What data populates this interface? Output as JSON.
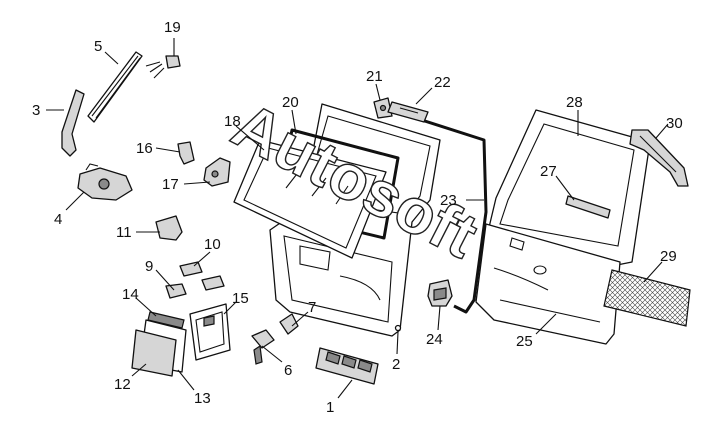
{
  "watermark": "Autosoft",
  "callouts": [
    {
      "id": "1",
      "label": "1"
    },
    {
      "id": "2",
      "label": "2"
    },
    {
      "id": "3",
      "label": "3"
    },
    {
      "id": "4",
      "label": "4"
    },
    {
      "id": "5",
      "label": "5"
    },
    {
      "id": "6",
      "label": "6"
    },
    {
      "id": "7",
      "label": "7"
    },
    {
      "id": "9",
      "label": "9"
    },
    {
      "id": "10",
      "label": "10"
    },
    {
      "id": "11",
      "label": "11"
    },
    {
      "id": "12",
      "label": "12"
    },
    {
      "id": "13",
      "label": "13"
    },
    {
      "id": "14",
      "label": "14"
    },
    {
      "id": "15",
      "label": "15"
    },
    {
      "id": "16",
      "label": "16"
    },
    {
      "id": "17",
      "label": "17"
    },
    {
      "id": "18",
      "label": "18"
    },
    {
      "id": "19",
      "label": "19"
    },
    {
      "id": "20",
      "label": "20"
    },
    {
      "id": "21",
      "label": "21"
    },
    {
      "id": "22",
      "label": "22"
    },
    {
      "id": "23",
      "label": "23"
    },
    {
      "id": "24",
      "label": "24"
    },
    {
      "id": "25",
      "label": "25"
    },
    {
      "id": "27",
      "label": "27"
    },
    {
      "id": "28",
      "label": "28"
    },
    {
      "id": "29",
      "label": "29"
    },
    {
      "id": "30",
      "label": "30"
    }
  ]
}
